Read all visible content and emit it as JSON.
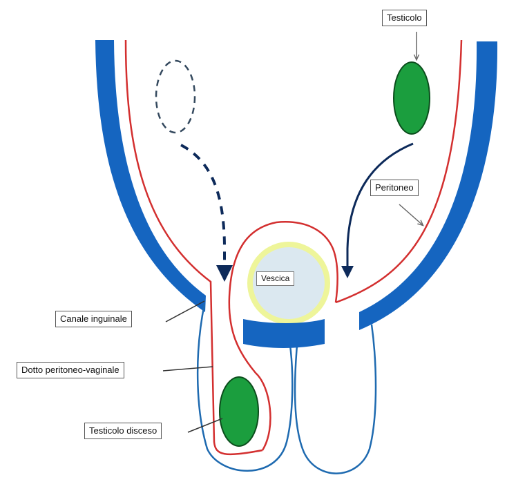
{
  "labels": {
    "testicolo": "Testicolo",
    "peritoneo": "Peritoneo",
    "vescica": "Vescica",
    "canale_inguinale": "Canale inguinale",
    "dotto_peritoneo_vaginale": "Dotto peritoneo-vaginale",
    "testicolo_disceso": "Testicolo disceso"
  },
  "colors": {
    "abdominal_wall": "#1565c0",
    "peritoneum": "#d32f2f",
    "scrotum_outline": "#1e6ab0",
    "testis_fill": "#1b9e3e",
    "testis_outline": "#0b4d1c",
    "arrow": "#0d2a5a",
    "bladder_fill": "#dbe8f0",
    "bladder_halo": "#eef59a",
    "leader": "#555555"
  },
  "icons": {
    "arrow_head": "arrowhead"
  }
}
